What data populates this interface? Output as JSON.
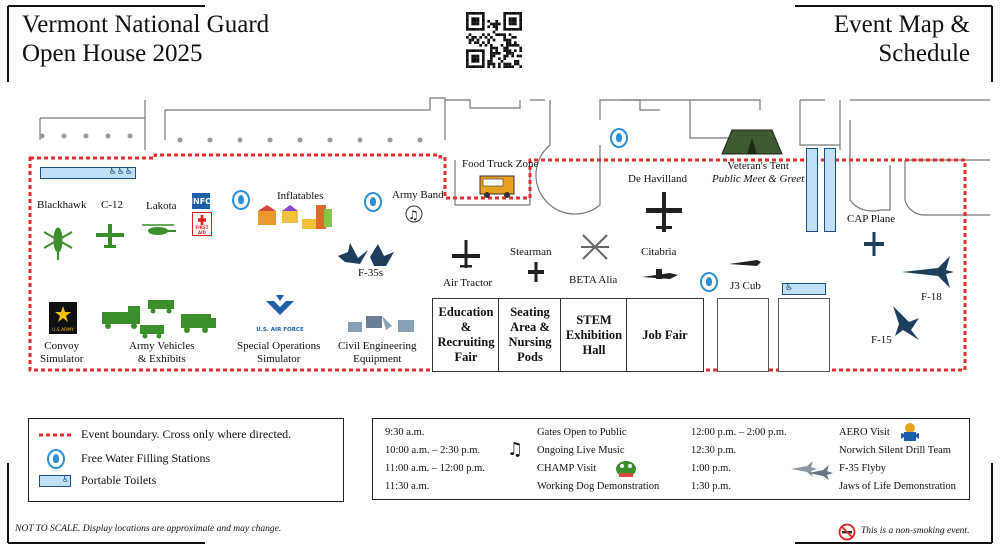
{
  "header": {
    "title_line1": "Vermont National Guard",
    "title_line2": "Open House 2025",
    "right_line1": "Event Map &",
    "right_line2": "Schedule"
  },
  "map": {
    "food_truck": "Food Truck Zone",
    "de_havilland": "De Havilland",
    "veterans_tent": "Veteran's Tent",
    "veterans_tent_sub": "Public Meet & Greet",
    "cap_plane": "CAP Plane",
    "blackhawk": "Blackhawk",
    "c12": "C-12",
    "lakota": "Lakota",
    "info": "INFO",
    "first_aid": "FIRST AID",
    "inflatables": "Inflatables",
    "army_band": "Army Band",
    "f35s": "F-35s",
    "air_tractor": "Air Tractor",
    "stearman": "Stearman",
    "beta_alia": "BETA Alia",
    "citabria": "Citabria",
    "j3_cub": "J3 Cub",
    "f18": "F-18",
    "f15": "F-15",
    "convoy": "Convoy Simulator",
    "convoy_l1": "Convoy",
    "convoy_l2": "Simulator",
    "army_vehicles_l1": "Army Vehicles",
    "army_vehicles_l2": "& Exhibits",
    "special_ops_l1": "Special Operations",
    "special_ops_l2": "Simulator",
    "civil_eng_l1": "Civil Engineering",
    "civil_eng_l2": "Equipment",
    "usaf_text": "U.S. AIR FORCE",
    "us_army_text": "U.S.ARMY",
    "booth_edu": [
      "Education",
      "&",
      "Recruiting",
      "Fair"
    ],
    "booth_seating": [
      "Seating",
      "Area &",
      "Nursing",
      "Pods"
    ],
    "booth_stem": [
      "STEM",
      "Exhibition",
      "Hall"
    ],
    "booth_job": [
      "Job Fair"
    ]
  },
  "legend": {
    "boundary": "Event boundary. Cross only where directed.",
    "water": "Free Water Filling Stations",
    "toilets": "Portable Toilets"
  },
  "schedule": {
    "left": [
      {
        "time": "9:30 a.m.",
        "event": "Gates Open to Public"
      },
      {
        "time": "10:00 a.m. – 2:30 p.m.",
        "event": "Ongoing Live Music"
      },
      {
        "time": "11:00 a.m. – 12:00 p.m.",
        "event": "CHAMP Visit"
      },
      {
        "time": "11:30 a.m.",
        "event": "Working Dog Demonstration"
      }
    ],
    "right": [
      {
        "time": "12:00 p.m. – 2:00 p.m.",
        "event": "AERO Visit"
      },
      {
        "time": "12:30 p.m.",
        "event": "Norwich Silent Drill Team"
      },
      {
        "time": "1:00 p.m.",
        "event": "F-35 Flyby"
      },
      {
        "time": "1:30 p.m.",
        "event": "Jaws of Life Demonstration"
      }
    ]
  },
  "footer": {
    "not_to_scale": "NOT TO SCALE. Display locations are approximate and may change.",
    "no_smoking": "This is a non-smoking event."
  },
  "colors": {
    "aircraft_navy": "#1f3d5c",
    "army_green": "#3a8f2a",
    "water_blue": "#2b8fd6",
    "boundary_red": "#e03030",
    "toilet_fill": "#bfe0f5"
  }
}
